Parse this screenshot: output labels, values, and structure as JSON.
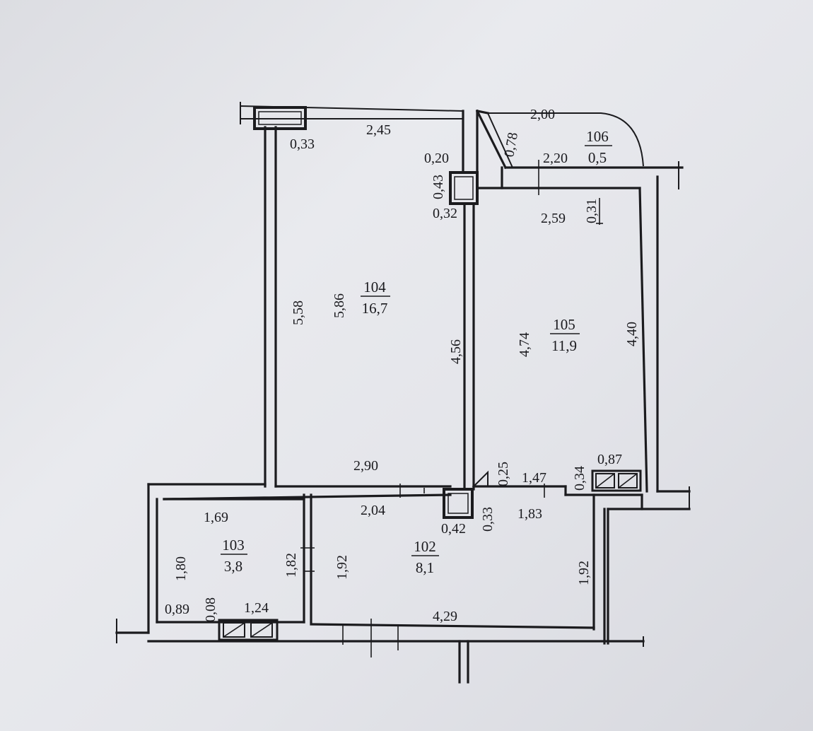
{
  "rooms": [
    {
      "number": "104",
      "area": "16,7"
    },
    {
      "number": "105",
      "area": "11,9"
    },
    {
      "number": "106",
      "area": "0,5"
    },
    {
      "number": "103",
      "area": "3,8"
    },
    {
      "number": "102",
      "area": "8,1"
    }
  ],
  "dimensions": {
    "d_2_45": "2,45",
    "d_0_33_top": "0,33",
    "d_2_00": "2,00",
    "d_0_78": "0,78",
    "d_0_20": "0,20",
    "d_2_20": "2,20",
    "d_0_43": "0,43",
    "d_0_32": "0,32",
    "d_2_59": "2,59",
    "d_0_31": "0,31",
    "d_5_58": "5,58",
    "d_5_86": "5,86",
    "d_4_56": "4,56",
    "d_4_74": "4,74",
    "d_4_40": "4,40",
    "d_2_90": "2,90",
    "d_0_25": "0,25",
    "d_1_47": "1,47",
    "d_0_34": "0,34",
    "d_0_87": "0,87",
    "d_1_69": "1,69",
    "d_2_04": "2,04",
    "d_0_33_mid": "0,33",
    "d_1_83": "1,83",
    "d_0_42": "0,42",
    "d_1_80": "1,80",
    "d_1_82": "1,82",
    "d_1_92_left": "1,92",
    "d_1_92_right": "1,92",
    "d_0_89": "0,89",
    "d_0_08": "0,08",
    "d_1_24": "1,24",
    "d_4_29": "4,29"
  }
}
